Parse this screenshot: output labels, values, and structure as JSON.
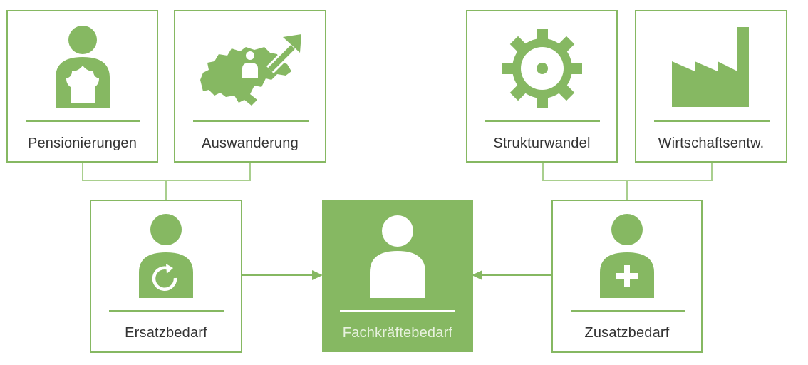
{
  "colors": {
    "accent": "#86b862",
    "text": "#333333",
    "background": "#ffffff"
  },
  "nodes": {
    "pensionierungen": {
      "label": "Pensionierungen",
      "icon": "retiree-icon"
    },
    "auswanderung": {
      "label": "Auswanderung",
      "icon": "switzerland-emigration-icon"
    },
    "strukturwandel": {
      "label": "Strukturwandel",
      "icon": "gear-icon"
    },
    "wirtschaftsentw": {
      "label": "Wirtschaftsentw.",
      "icon": "factory-icon"
    },
    "ersatzbedarf": {
      "label": "Ersatzbedarf",
      "icon": "person-replace-icon"
    },
    "fachkraeftebedarf": {
      "label": "Fachkräftebedarf",
      "icon": "person-icon"
    },
    "zusatzbedarf": {
      "label": "Zusatzbedarf",
      "icon": "person-add-icon"
    }
  }
}
